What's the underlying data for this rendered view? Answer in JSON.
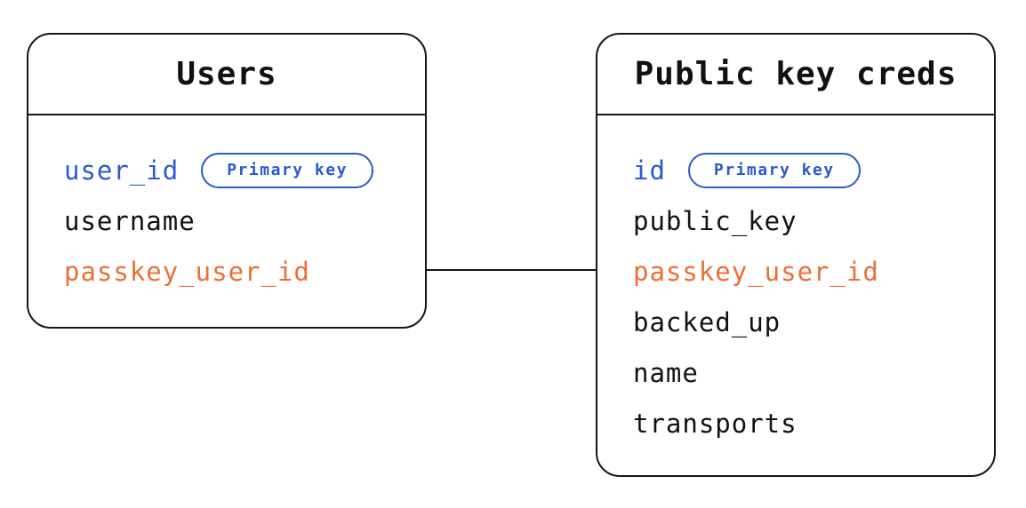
{
  "colors": {
    "field_blue": "#2b59d0",
    "field_orange": "#ed6f33",
    "border_black": "#161616"
  },
  "tables": [
    {
      "title": "Users",
      "fields": [
        {
          "name": "user_id",
          "badge": "Primary key"
        },
        {
          "name": "username"
        },
        {
          "name": "passkey_user_id"
        }
      ]
    },
    {
      "title": "Public key creds",
      "fields": [
        {
          "name": "id",
          "badge": "Primary key"
        },
        {
          "name": "public_key"
        },
        {
          "name": "passkey_user_id"
        },
        {
          "name": "backed_up"
        },
        {
          "name": "name"
        },
        {
          "name": "transports"
        }
      ]
    }
  ],
  "relation": {
    "from_table": "Users",
    "from_field": "passkey_user_id",
    "to_table": "Public key creds",
    "to_field": "passkey_user_id"
  }
}
